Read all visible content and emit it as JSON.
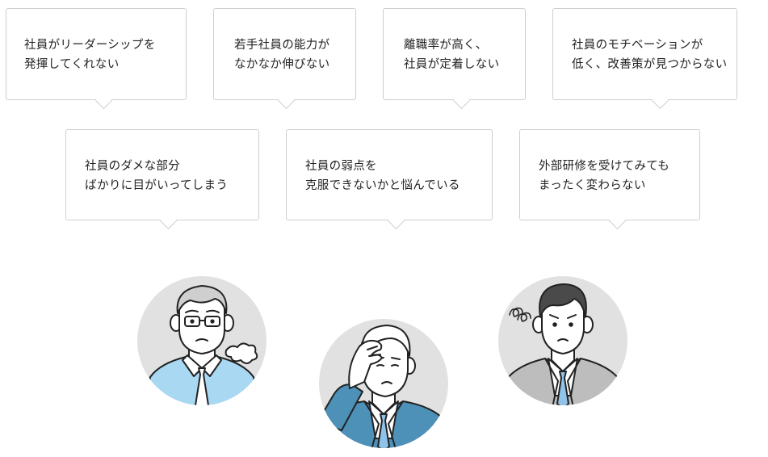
{
  "bubbles": [
    {
      "line1": "社員がリーダーシップを",
      "line2": "発揮してくれない"
    },
    {
      "line1": "若手社員の能力が",
      "line2": "なかなか伸びない"
    },
    {
      "line1": "離職率が高く、",
      "line2": "社員が定着しない"
    },
    {
      "line1": "社員のモチベーションが",
      "line2": "低く、改善策が見つからない"
    },
    {
      "line1": "社員のダメな部分",
      "line2": "ばかりに目がいってしまう"
    },
    {
      "line1": "社員の弱点を",
      "line2": "克服できないかと悩んでいる"
    },
    {
      "line1": "外部研修を受けてみても",
      "line2": "まったく変わらない"
    }
  ],
  "people": [
    {
      "icon": "glasses-man-sighing-icon",
      "shirt_color": "#a9d8f2"
    },
    {
      "icon": "man-holding-head-icon",
      "shirt_color": "#4d90b8"
    },
    {
      "icon": "confused-man-icon",
      "shirt_color": "#bdbdbd"
    }
  ],
  "colors": {
    "bubble_border": "#cfcfcf",
    "circle_bg": "#e1e1e1",
    "outline": "#222222",
    "tie_blue": "#8fc3ea"
  }
}
